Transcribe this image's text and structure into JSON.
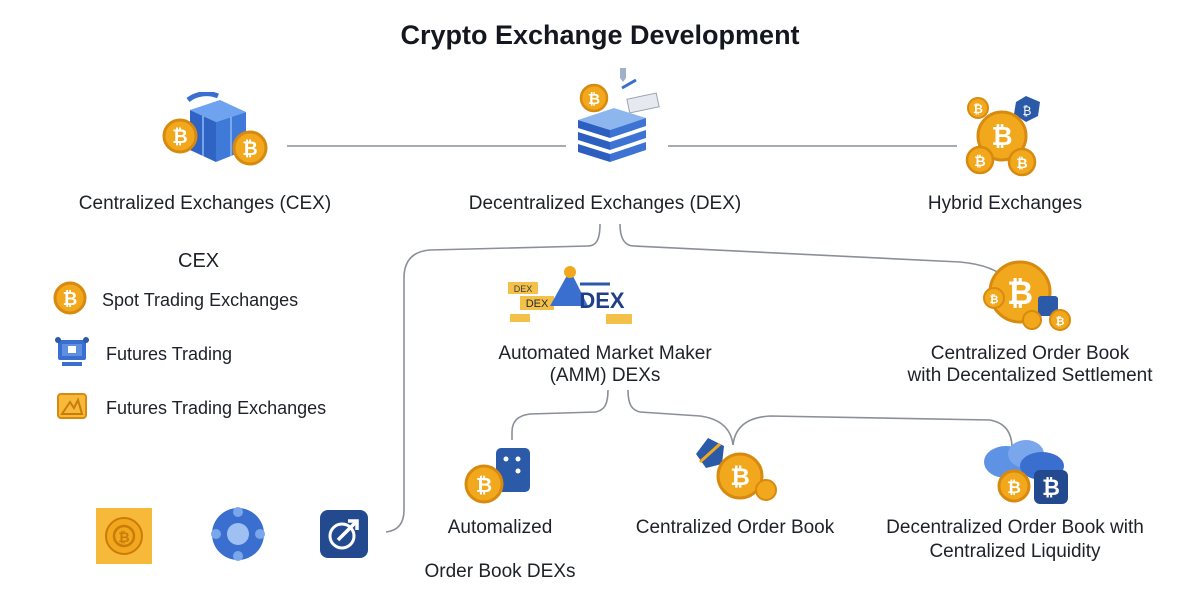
{
  "title": "Crypto Exchange Development",
  "top_categories": [
    {
      "label": "Centralized Exchanges (CEX)",
      "icon": "cube-bitcoin-icon"
    },
    {
      "label": "Decentralized Exchanges (DEX)",
      "icon": "server-stack-icon"
    },
    {
      "label": "Hybrid Exchanges",
      "icon": "bitcoin-cluster-icon"
    }
  ],
  "cex_panel": {
    "heading": "CEX",
    "items": [
      {
        "label": "Spot Trading Exchanges",
        "icon": "bitcoin-coin-icon"
      },
      {
        "label": "Futures Trading",
        "icon": "monitor-icon"
      },
      {
        "label": "Futures Trading Exchanges",
        "icon": "envelope-icon"
      }
    ]
  },
  "dex_branches": {
    "amm": {
      "line1": "Automated Market Maker",
      "line2": "(AMM) DEXs",
      "badge_text": "DEX",
      "icon": "dex-badges-icon"
    },
    "cob_dec": {
      "line1": "Centralized Order Book",
      "line2": "with Decentalized Settlement",
      "icon": "big-bitcoin-icon"
    }
  },
  "amm_children": [
    {
      "line1": "Automalized",
      "line2": "Order Book DEXs",
      "icon": "bitcoin-calculator-icon"
    },
    {
      "line1": "Centralized Order Book",
      "line2": "",
      "icon": "bitcoin-tool-icon"
    },
    {
      "line1": "Decentralized Order Book with",
      "line2": "Centralized Liquidity",
      "icon": "cloud-bitcoin-icon"
    }
  ],
  "bottom_icons": [
    "gear-coin-icon",
    "network-hub-icon",
    "chart-arrow-icon"
  ],
  "colors": {
    "gold": "#f2a81d",
    "gold_dark": "#d88a0e",
    "blue": "#3b6fcf",
    "navy": "#234a8f",
    "line": "#8a8f99"
  }
}
